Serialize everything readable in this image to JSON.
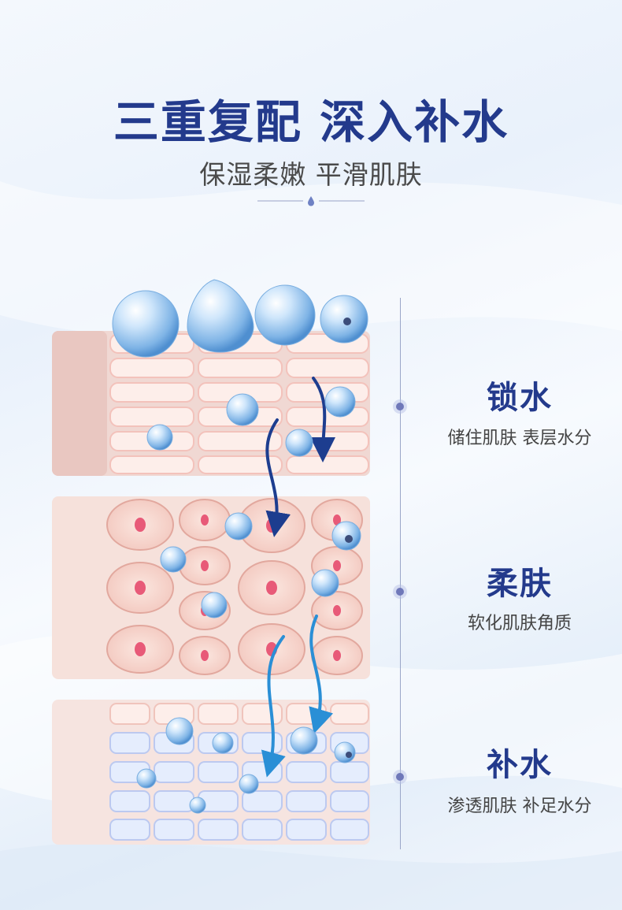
{
  "header": {
    "title": "三重复配 深入补水",
    "subtitle": "保湿柔嫩 平滑肌肤"
  },
  "colors": {
    "accent": "#233a8c",
    "skin_layer": "#f7e4de",
    "cell_border": "#e2a89e",
    "nucleus": "#e85a78",
    "water": "#8fc3ee",
    "arrow_dark": "#1d3d8f",
    "arrow_light": "#2a8fd6"
  },
  "layers": [
    {
      "title": "锁水",
      "desc": "储住肌肤 表层水分",
      "icon": "lock-water-dot-icon"
    },
    {
      "title": "柔肤",
      "desc": "软化肌肤角质",
      "icon": "soften-skin-dot-icon"
    },
    {
      "title": "补水",
      "desc": "渗透肌肤 补足水分",
      "icon": "hydrate-dot-icon"
    }
  ]
}
